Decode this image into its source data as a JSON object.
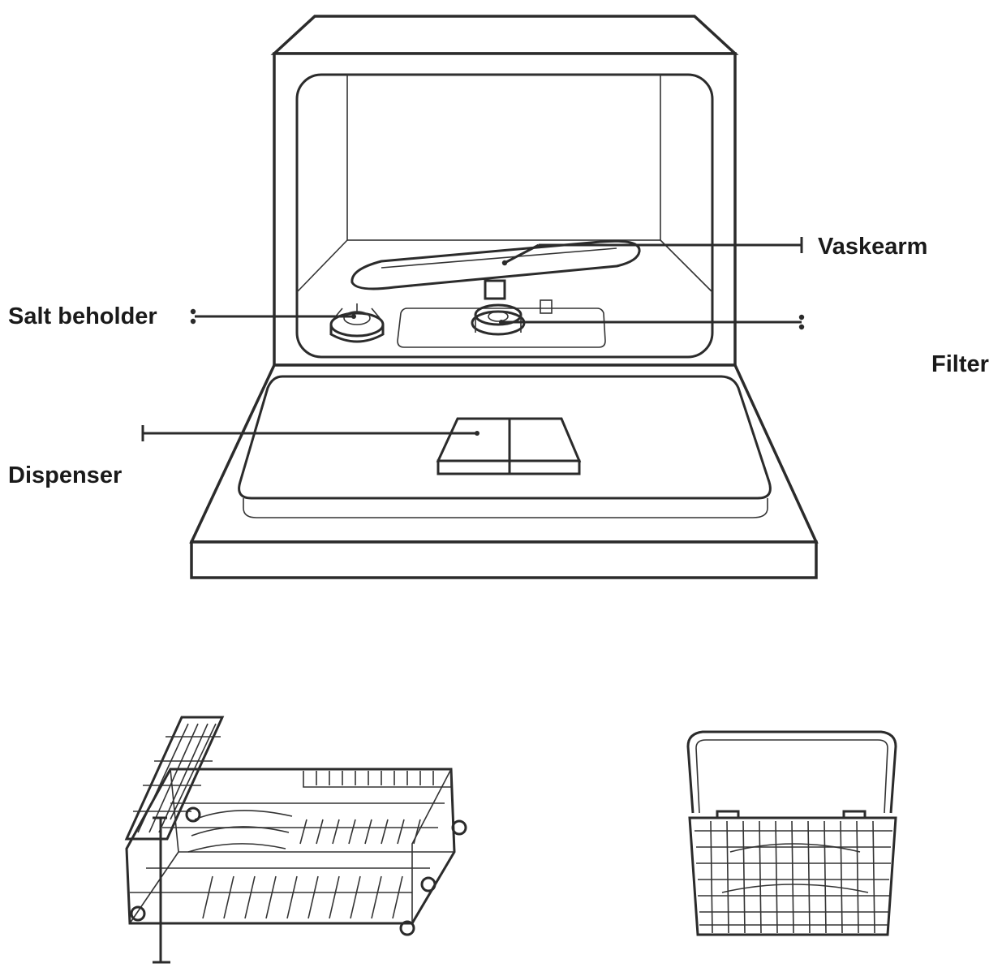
{
  "labels": {
    "wash_arm": "Vaskearm",
    "salt_container": "Salt beholder",
    "filter": "Filter",
    "dispenser": "Dispenser"
  },
  "colors": {
    "line": "#2b2b2b",
    "background": "#ffffff",
    "text": "#1a1a1a"
  }
}
